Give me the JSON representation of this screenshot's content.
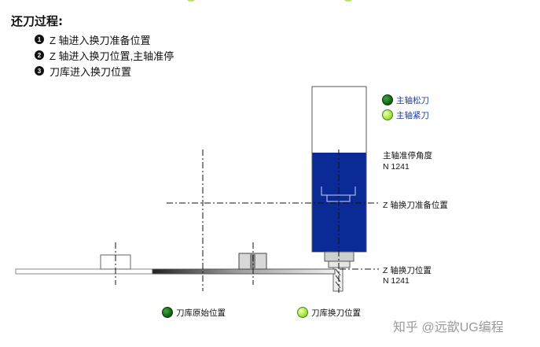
{
  "title": "还刀过程:",
  "steps": [
    {
      "num": "1",
      "text": "Z 轴进入换刀准备位置"
    },
    {
      "num": "2",
      "text": "Z 轴进入换刀位置,主轴准停"
    },
    {
      "num": "3",
      "text": "刀库进入换刀位置"
    }
  ],
  "indicators": {
    "spindle_unclamp": "主轴松刀",
    "spindle_clamp": "主轴紧刀",
    "magazine_home": "刀库原始位置",
    "magazine_change": "刀库换刀位置"
  },
  "annotations": {
    "orient_angle_label": "主轴准停角度",
    "orient_angle_value": "N 1241",
    "z_prepare": "Z 轴换刀准备位置",
    "z_change": "Z 轴换刀位置",
    "z_change_value": "N 1241"
  },
  "watermark": "知乎 @远歆UG编程",
  "colors": {
    "spindle_blue": "#0a2a96",
    "lamp_dark_green": "#1e7a1e",
    "lamp_light_green": "#9be03a"
  }
}
